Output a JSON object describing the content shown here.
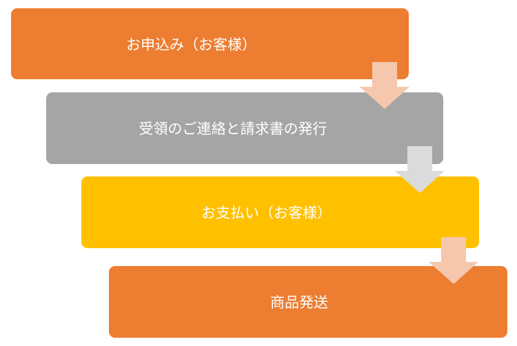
{
  "steps": [
    {
      "label": "お申込み（お客様）",
      "color": "#ED7D31"
    },
    {
      "label": "受領のご連絡と請求書の発行",
      "color": "#A5A5A5"
    },
    {
      "label": "お支払い（お客様）",
      "color": "#FFC000"
    },
    {
      "label": "商品発送",
      "color": "#ED7D31"
    }
  ],
  "arrows": [
    {
      "color": "#F5C7AD"
    },
    {
      "color": "#DBDBDB"
    },
    {
      "color": "#F5C7AD"
    }
  ]
}
